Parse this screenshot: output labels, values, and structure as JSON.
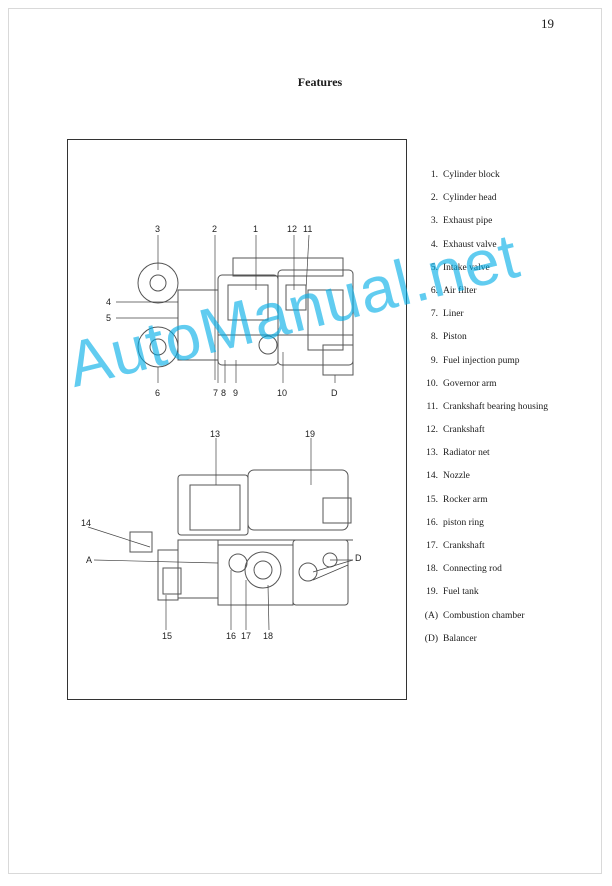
{
  "page_number": "19",
  "title": "Features",
  "callouts": {
    "c1": "1",
    "c2": "2",
    "c3": "3",
    "c4": "4",
    "c5": "5",
    "c6": "6",
    "c7": "7",
    "c8": "8",
    "c9": "9",
    "c10": "10",
    "c11": "11",
    "c12": "12",
    "c13": "13",
    "c14": "14",
    "c15": "15",
    "c16": "16",
    "c17": "17",
    "c18": "18",
    "c19": "19",
    "cA": "A",
    "cD1": "D",
    "cD2": "D"
  },
  "legend": [
    {
      "num": "1.",
      "label": "Cylinder block"
    },
    {
      "num": "2.",
      "label": "Cylinder head"
    },
    {
      "num": "3.",
      "label": "Exhaust pipe"
    },
    {
      "num": "4.",
      "label": "Exhaust valve"
    },
    {
      "num": "5.",
      "label": "Intake valve"
    },
    {
      "num": "6.",
      "label": "Air filter"
    },
    {
      "num": "7.",
      "label": "Liner"
    },
    {
      "num": "8.",
      "label": "Piston"
    },
    {
      "num": "9.",
      "label": "Fuel injection pump"
    },
    {
      "num": "10.",
      "label": "Governor arm"
    },
    {
      "num": "11.",
      "label": "Crankshaft bearing housing"
    },
    {
      "num": "12.",
      "label": "Crankshaft"
    },
    {
      "num": "13.",
      "label": "Radiator net"
    },
    {
      "num": "14.",
      "label": "Nozzle"
    },
    {
      "num": "15.",
      "label": "Rocker arm"
    },
    {
      "num": "16.",
      "label": "piston ring"
    },
    {
      "num": "17.",
      "label": "Crankshaft"
    },
    {
      "num": "18.",
      "label": "Connecting rod"
    },
    {
      "num": "19.",
      "label": "Fuel tank"
    },
    {
      "num": "(A)",
      "label": "Combustion chamber"
    },
    {
      "num": "(D)",
      "label": "Balancer"
    }
  ],
  "watermark": "AutoManual.net"
}
